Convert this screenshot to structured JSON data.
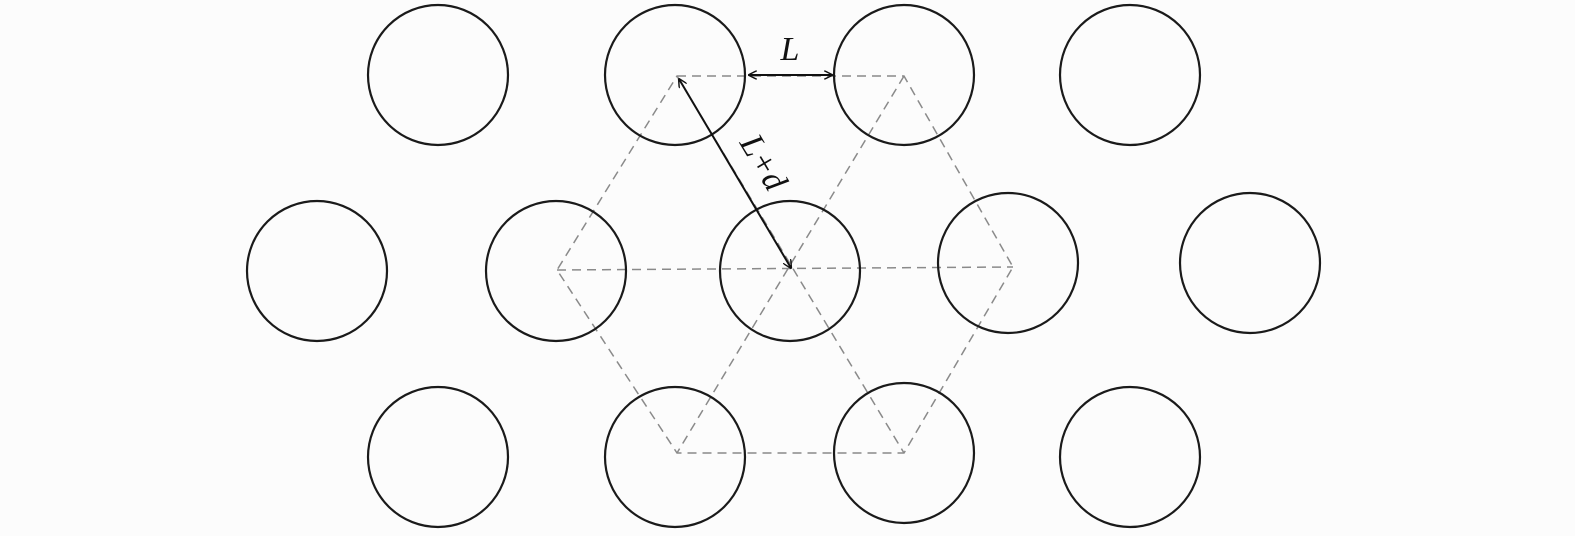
{
  "labels": {
    "gap": "L",
    "pitch": "L+d"
  },
  "colors": {
    "background": "#fcfcfc",
    "circle_stroke": "#1a1a1a",
    "hexagon_stroke": "#8a8a8a",
    "arrow": "#111111"
  },
  "lattice": {
    "arrangement": "hexagonal",
    "rows": 3,
    "circles_per_row": [
      4,
      5,
      4
    ]
  }
}
